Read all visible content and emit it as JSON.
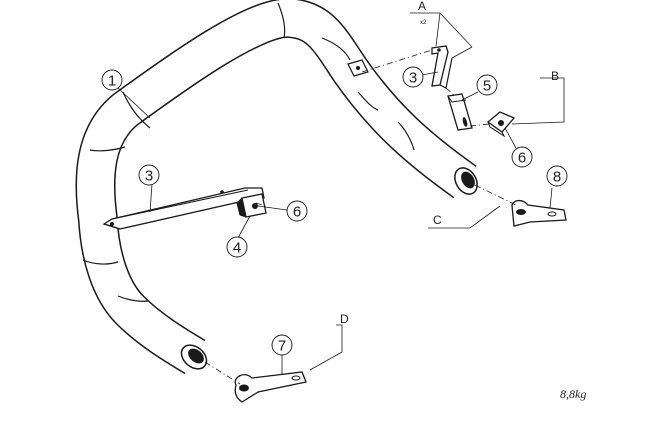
{
  "callouts": {
    "c1": "1",
    "c3_left": "3",
    "c4": "4",
    "c6_left": "6",
    "c3_right": "3",
    "c5": "5",
    "c6_right": "6",
    "c8": "8",
    "c7": "7"
  },
  "labels": {
    "A": "A",
    "A_qty": "x2",
    "B": "B",
    "C": "C",
    "D": "D"
  },
  "weight": "8,8kg"
}
